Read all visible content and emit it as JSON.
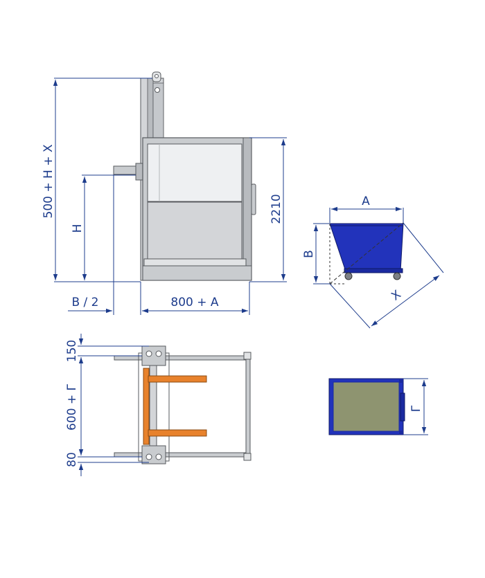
{
  "colors": {
    "dimension": "#1d3c8c",
    "frame": "#8c8f94",
    "frame_dark": "#55585c",
    "panel": "#d3d5d8",
    "glass": "#eef0f2",
    "bin_blue": "#2233bb",
    "fork_orange": "#e8822c",
    "bin_fill": "#8e9470"
  },
  "labels": {
    "total_height": "500 + H + X",
    "h": "H",
    "height_2210": "2210",
    "b_half": "B / 2",
    "depth": "800 + A",
    "bin_a": "A",
    "bin_b": "B",
    "bin_x": "X",
    "top_150": "150",
    "width": "600 + Г",
    "bottom_80": "80",
    "bin_g": "Г"
  }
}
